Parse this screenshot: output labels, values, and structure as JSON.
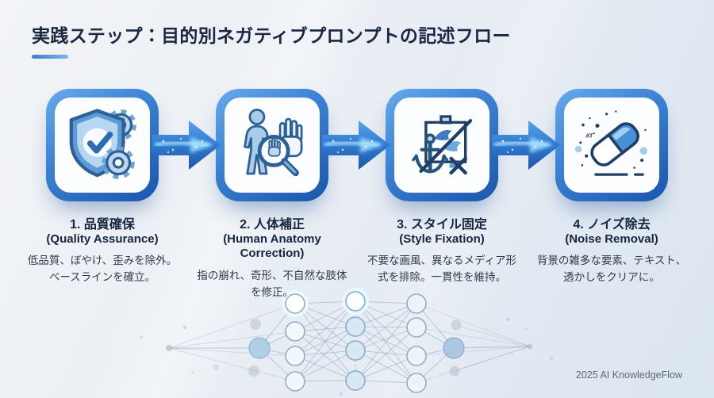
{
  "title": "実践ステップ：目的別ネガティブプロンプトの記述フロー",
  "footer": {
    "credit": "2025 AI KnowledgeFlow"
  },
  "steps": [
    {
      "title": "1. 品質確保",
      "subtitle": "(Quality Assurance)",
      "desc": "低品質、ぼやけ、歪みを除外。ベースラインを確立。",
      "icon": "shield-check-gears-icon"
    },
    {
      "title": "2. 人体補正",
      "subtitle": "(Human Anatomy Correction)",
      "desc": "指の崩れ、奇形、不自然な肢体を修正。",
      "icon": "person-hand-magnifier-icon"
    },
    {
      "title": "3. スタイル固定",
      "subtitle": "(Style Fixation)",
      "desc": "不要な画風、異なるメディア形式を排除。一貫性を維持。",
      "icon": "canvas-anchor-crossed-icon"
    },
    {
      "title": "4. ノイズ除去",
      "subtitle": "(Noise Removal)",
      "desc": "背景の雑多な要素、テキスト、透かしをクリアに。",
      "icon": "eraser-noise-icon"
    }
  ],
  "decor": {
    "eraser_noise_text": "AT"
  },
  "colors": {
    "title_text": "#1a2742",
    "body_text": "#2e3c4b",
    "footer_text": "#5b6877",
    "card_border_light": "#67aaec",
    "card_border_dark": "#1a55ac",
    "arrow_blue": "#2f7ad0",
    "glow_cyan": "#a5e4ff",
    "icon_outline": "#2d6096",
    "icon_fill_light": "#bcd7ee"
  }
}
